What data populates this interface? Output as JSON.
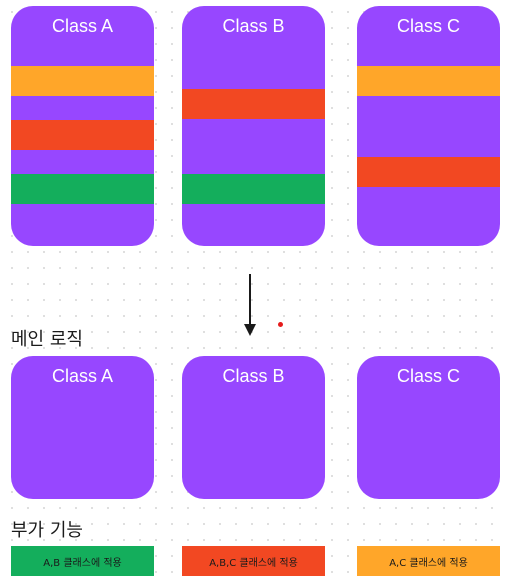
{
  "colors": {
    "purple": "#9747ff",
    "orange": "#ffa629",
    "red": "#f24822",
    "green": "#14ae5c",
    "arrow": "#1a1a1a",
    "dot": "#e51b1b"
  },
  "top_classes": [
    {
      "name": "Class A",
      "bands": [
        "orange",
        "red",
        "green"
      ]
    },
    {
      "name": "Class B",
      "bands": [
        "red",
        "green"
      ]
    },
    {
      "name": "Class C",
      "bands": [
        "orange",
        "red"
      ]
    }
  ],
  "main_logic": {
    "heading": "메인 로직",
    "classes": [
      "Class A",
      "Class B",
      "Class C"
    ]
  },
  "addons": {
    "heading": "부가 기능",
    "tags": [
      {
        "label": "A,B 클래스에 적용",
        "color": "green"
      },
      {
        "label": "A,B,C 클래스에 적용",
        "color": "red"
      },
      {
        "label": "A,C 클래스에 적용",
        "color": "orange"
      }
    ]
  }
}
